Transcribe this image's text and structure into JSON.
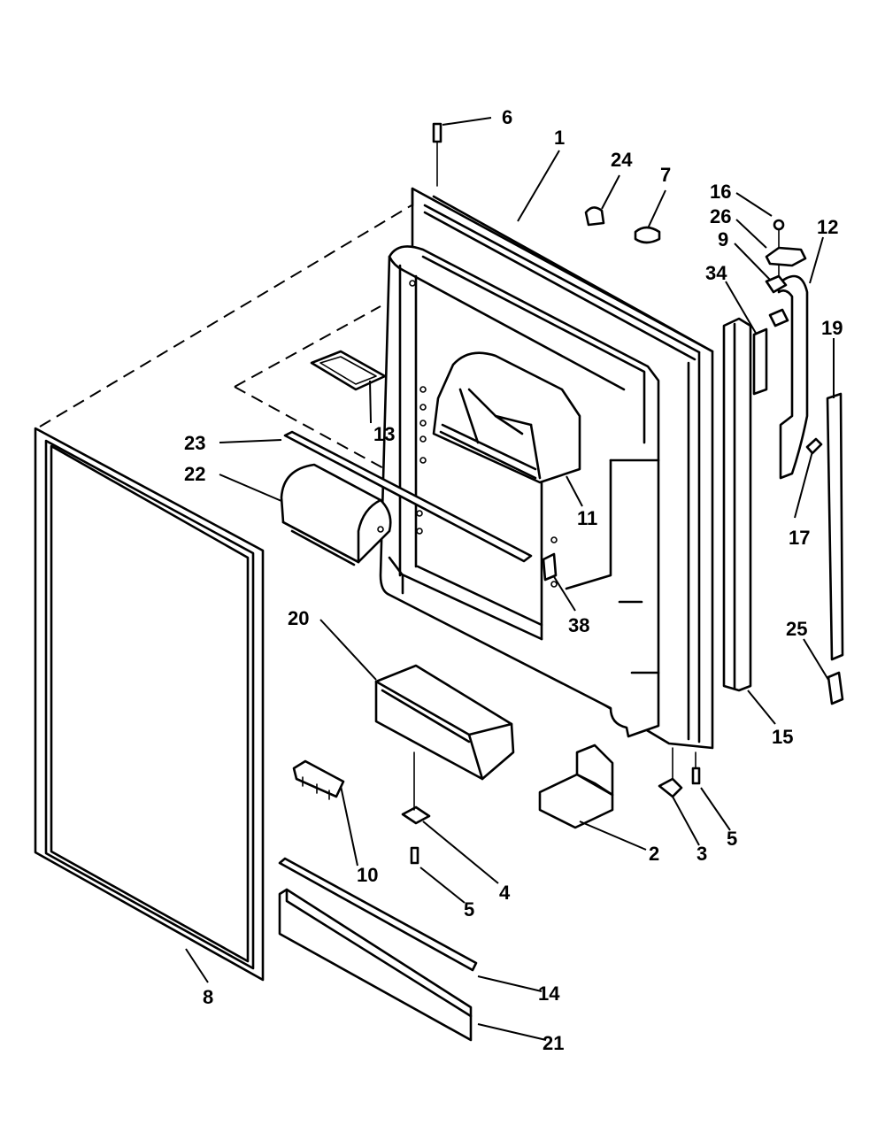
{
  "callouts": {
    "c1": "1",
    "c2": "2",
    "c3": "3",
    "c4": "4",
    "c5a": "5",
    "c5b": "5",
    "c6": "6",
    "c7": "7",
    "c8": "8",
    "c9": "9",
    "c10": "10",
    "c11": "11",
    "c12": "12",
    "c13": "13",
    "c14": "14",
    "c15": "15",
    "c16": "16",
    "c17": "17",
    "c19": "19",
    "c20": "20",
    "c21": "21",
    "c22": "22",
    "c23": "23",
    "c24": "24",
    "c25": "25",
    "c26": "26",
    "c34": "34",
    "c38": "38"
  },
  "colors": {
    "line": "#000000",
    "background": "#ffffff"
  }
}
